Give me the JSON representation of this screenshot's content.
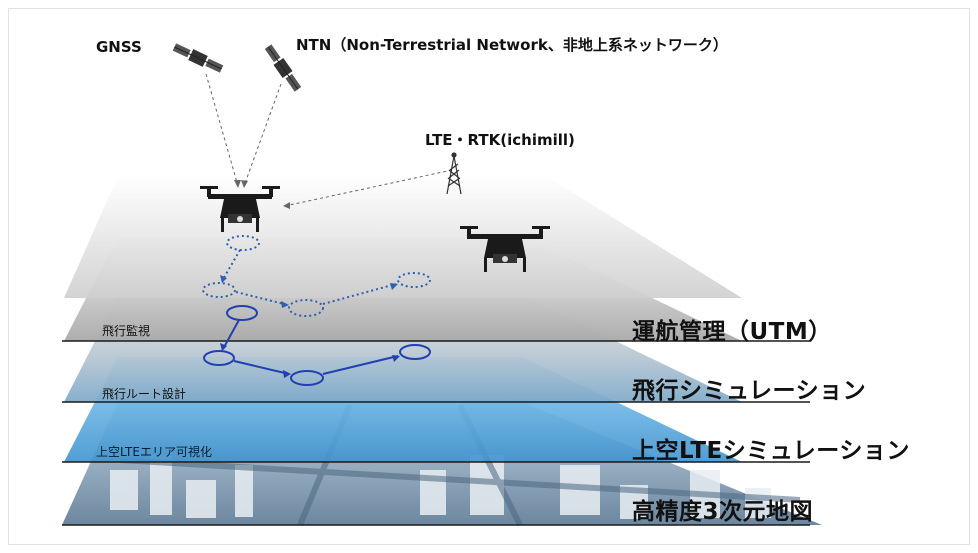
{
  "labels": {
    "gnss": "GNSS",
    "ntn": "NTN（Non-Terrestrial Network、非地上系ネットワーク）",
    "lte_rtk": "LTE・RTK(ichimill)"
  },
  "layers": [
    {
      "title": "運航管理（UTM）",
      "sublabel": "飛行監視"
    },
    {
      "title": "飛行シミュレーション",
      "sublabel": "飛行ルート設計"
    },
    {
      "title": "上空LTEシミュレーション",
      "sublabel": "上空LTEエリア可視化"
    },
    {
      "title": "高精度3次元地図",
      "sublabel": ""
    }
  ],
  "icons": [
    "satellite-icon",
    "drone-icon",
    "cell-tower-icon"
  ],
  "colors": {
    "route_dotted": "#2f5fb0",
    "route_solid": "#2340b0",
    "lte_layer": "#5aa9dc"
  }
}
